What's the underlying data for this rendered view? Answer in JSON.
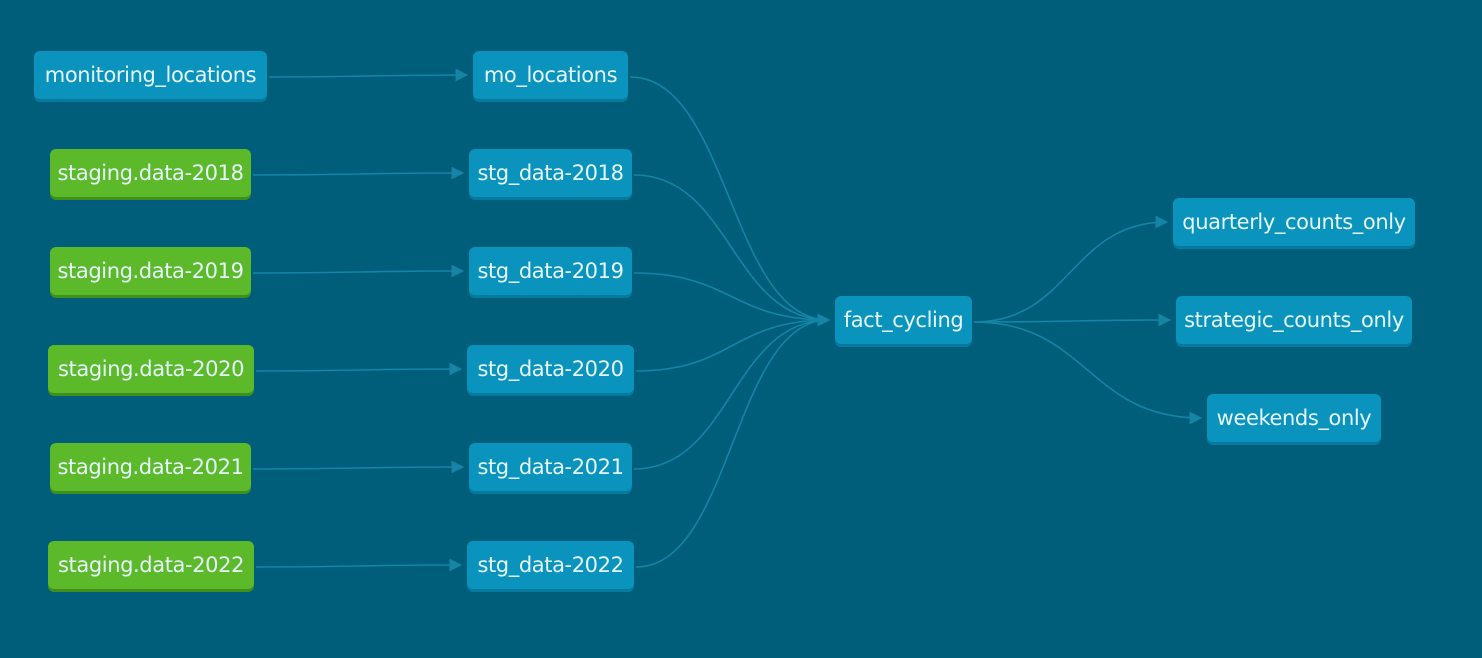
{
  "nodes": [
    {
      "id": "monitoring_locations",
      "label": "monitoring_locations",
      "kind": "source_model"
    },
    {
      "id": "staging_2018",
      "label": "staging.data-2018",
      "kind": "source"
    },
    {
      "id": "staging_2019",
      "label": "staging.data-2019",
      "kind": "source"
    },
    {
      "id": "staging_2020",
      "label": "staging.data-2020",
      "kind": "source"
    },
    {
      "id": "staging_2021",
      "label": "staging.data-2021",
      "kind": "source"
    },
    {
      "id": "staging_2022",
      "label": "staging.data-2022",
      "kind": "source"
    },
    {
      "id": "mo_locations",
      "label": "mo_locations",
      "kind": "model"
    },
    {
      "id": "stg_2018",
      "label": "stg_data-2018",
      "kind": "model"
    },
    {
      "id": "stg_2019",
      "label": "stg_data-2019",
      "kind": "model"
    },
    {
      "id": "stg_2020",
      "label": "stg_data-2020",
      "kind": "model"
    },
    {
      "id": "stg_2021",
      "label": "stg_data-2021",
      "kind": "model"
    },
    {
      "id": "stg_2022",
      "label": "stg_data-2022",
      "kind": "model"
    },
    {
      "id": "fact_cycling",
      "label": "fact_cycling",
      "kind": "model"
    },
    {
      "id": "quarterly",
      "label": "quarterly_counts_only",
      "kind": "model"
    },
    {
      "id": "strategic",
      "label": "strategic_counts_only",
      "kind": "model"
    },
    {
      "id": "weekends",
      "label": "weekends_only",
      "kind": "model"
    }
  ],
  "edges": [
    [
      "monitoring_locations",
      "mo_locations"
    ],
    [
      "staging_2018",
      "stg_2018"
    ],
    [
      "staging_2019",
      "stg_2019"
    ],
    [
      "staging_2020",
      "stg_2020"
    ],
    [
      "staging_2021",
      "stg_2021"
    ],
    [
      "staging_2022",
      "stg_2022"
    ],
    [
      "mo_locations",
      "fact_cycling"
    ],
    [
      "stg_2018",
      "fact_cycling"
    ],
    [
      "stg_2019",
      "fact_cycling"
    ],
    [
      "stg_2020",
      "fact_cycling"
    ],
    [
      "stg_2021",
      "fact_cycling"
    ],
    [
      "stg_2022",
      "fact_cycling"
    ],
    [
      "fact_cycling",
      "quarterly"
    ],
    [
      "fact_cycling",
      "strategic"
    ],
    [
      "fact_cycling",
      "weekends"
    ]
  ],
  "colors": {
    "background": "#005e7a",
    "model": "#0a94bd",
    "source": "#5cba2a",
    "edge": "#1584a5"
  }
}
